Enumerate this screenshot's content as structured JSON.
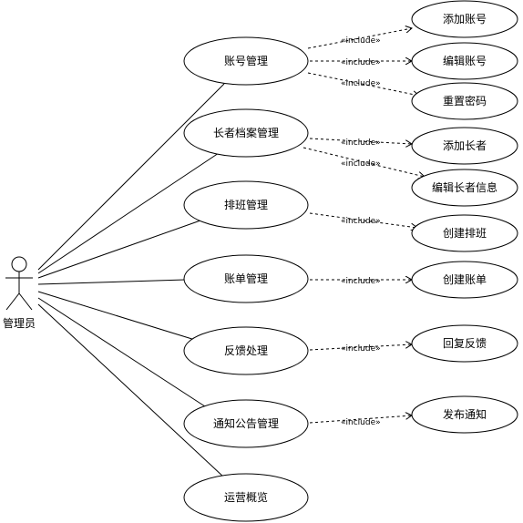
{
  "actor": {
    "label": "管理员"
  },
  "include_label": "«include»",
  "use_cases": [
    {
      "label": "账号管理"
    },
    {
      "label": "长者档案管理"
    },
    {
      "label": "排班管理"
    },
    {
      "label": "账单管理"
    },
    {
      "label": "反馈处理"
    },
    {
      "label": "通知公告管理"
    },
    {
      "label": "运营概览"
    }
  ],
  "sub_use_cases": [
    {
      "label": "添加账号"
    },
    {
      "label": "编辑账号"
    },
    {
      "label": "重置密码"
    },
    {
      "label": "添加长者"
    },
    {
      "label": "编辑长者信息"
    },
    {
      "label": "创建排班"
    },
    {
      "label": "创建账单"
    },
    {
      "label": "回复反馈"
    },
    {
      "label": "发布通知"
    }
  ]
}
